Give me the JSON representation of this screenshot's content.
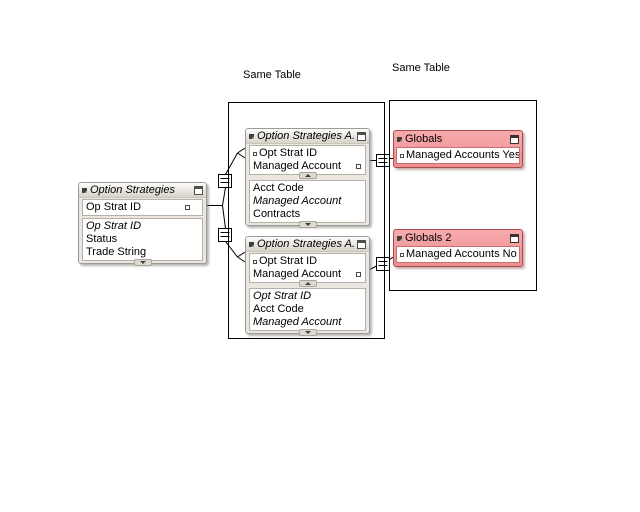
{
  "labels": {
    "same_table_left": "Same Table",
    "same_table_right": "Same Table"
  },
  "tables": {
    "option_strategies": {
      "title": "Option Strategies",
      "key_rows": [
        {
          "text": "Op Strat ID"
        }
      ],
      "field_rows": [
        {
          "text": "Op Strat ID"
        },
        {
          "text": "Status"
        },
        {
          "text": "Trade String"
        }
      ]
    },
    "option_strategies_a_top": {
      "title": "Option Strategies A...",
      "key_rows": [
        {
          "text": "Opt Strat ID"
        },
        {
          "text": "Managed Account"
        }
      ],
      "field_rows": [
        {
          "text": "Acct Code"
        },
        {
          "text": "Managed Account"
        },
        {
          "text": "Contracts"
        }
      ]
    },
    "option_strategies_a_bottom": {
      "title": "Option Strategies A...",
      "key_rows": [
        {
          "text": "Opt Strat ID"
        },
        {
          "text": "Managed Account"
        }
      ],
      "field_rows": [
        {
          "text": "Opt Strat ID"
        },
        {
          "text": "Acct Code"
        },
        {
          "text": "Managed Account"
        }
      ]
    },
    "globals_1": {
      "title": "Globals",
      "field_rows": [
        {
          "text": "Managed Accounts Yes"
        }
      ]
    },
    "globals_2": {
      "title": "Globals 2",
      "field_rows": [
        {
          "text": "Managed Accounts No"
        }
      ]
    }
  },
  "colors": {
    "canvas_bg": "#ffffff",
    "gray_table_fill": "#ebe7e0",
    "gray_table_border": "#9b9b9b",
    "pink_header": "#f29b9e",
    "pink_border": "#a94a4c",
    "connector": "#000000"
  }
}
